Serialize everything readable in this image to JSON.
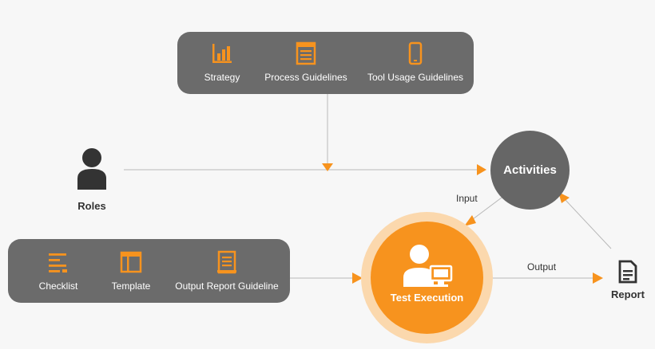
{
  "top_panel": {
    "items": [
      {
        "label": "Strategy",
        "icon": "bar-chart-icon"
      },
      {
        "label": "Process Guidelines",
        "icon": "document-list-icon"
      },
      {
        "label": "Tool Usage Guidelines",
        "icon": "mobile-icon"
      }
    ]
  },
  "bottom_panel": {
    "items": [
      {
        "label": "Checklist",
        "icon": "checklist-icon"
      },
      {
        "label": "Template",
        "icon": "template-icon"
      },
      {
        "label": "Output Report Guideline",
        "icon": "report-guideline-icon"
      }
    ]
  },
  "roles": {
    "label": "Roles",
    "icon": "person-icon"
  },
  "activities": {
    "label": "Activities"
  },
  "test_execution": {
    "label": "Test Execution",
    "icon": "user-computer-icon"
  },
  "report": {
    "label": "Report",
    "icon": "document-icon"
  },
  "edges": {
    "input": "Input",
    "output": "Output"
  },
  "colors": {
    "accent": "#f7931e",
    "panel": "#6b6b6b",
    "node": "#666666",
    "ring": "#fbd8ad"
  }
}
